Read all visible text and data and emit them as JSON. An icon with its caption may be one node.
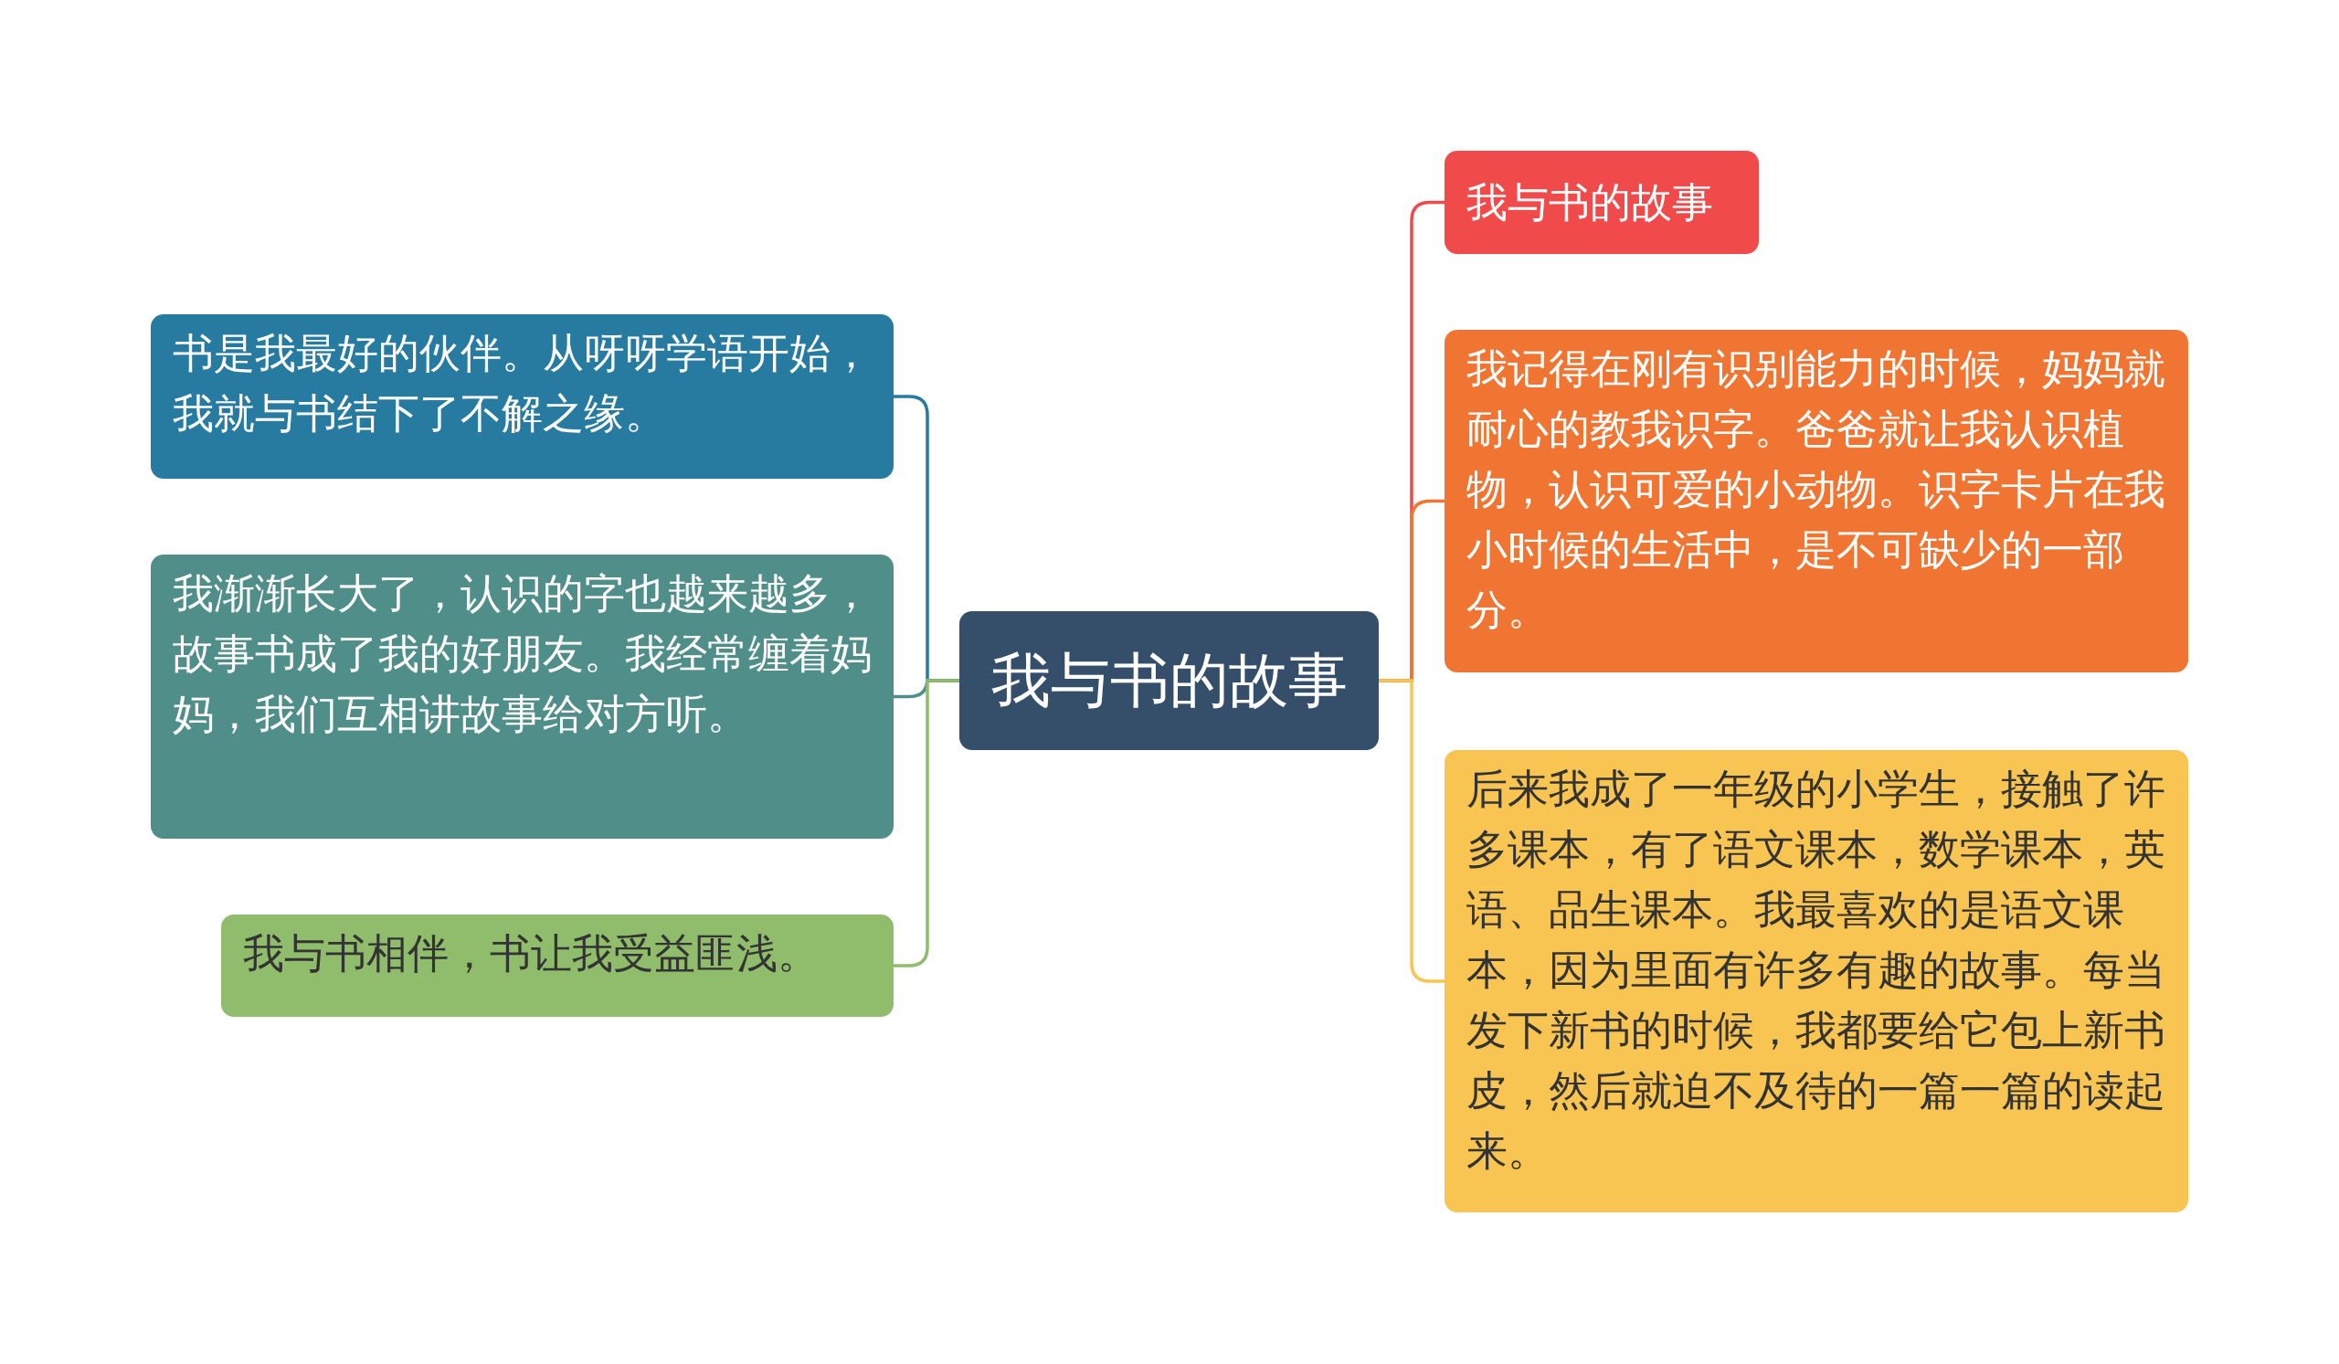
{
  "diagram": {
    "nodes": [
      {
        "text": [
          "我与书的故事"
        ]
      },
      {
        "text": [
          "我与书的故事"
        ]
      },
      {
        "text": [
          "我记得在刚有识别能力的时候，妈妈就耐心的教我识字。爸爸就让我认识植物，认识可爱的小动物。识字卡片在我小时候的生活中，是不可缺少的一部分。"
        ]
      },
      {
        "text": [
          "后来我成了一年级的小学生，接触了许多课本，有了语文课本，数学课本，英语、品生课本。我最喜欢的是语文课本，因为里面有许多有趣的故事。每当发下新书的时候，我都要给它包上新书皮，然后就迫不及待的一篇一篇的读起来。"
        ]
      },
      {
        "text": [
          "书是我最好的伙伴。从呀呀学语开始，我就与书结下了不解之缘。"
        ]
      },
      {
        "text": [
          "我渐渐长大了，认识的字也越来越多，故事书成了我的好朋友。我经常缠着妈妈，我们互相讲故事给对方听。"
        ]
      },
      {
        "text": [
          "我与书相伴，书让我受益匪浅。"
        ]
      }
    ],
    "edges": [
      {
        "from": 0,
        "to": 1,
        "arrow": "none",
        "color": "#f04a4a"
      },
      {
        "from": 0,
        "to": 2,
        "arrow": "none",
        "color": "#f07432"
      },
      {
        "from": 0,
        "to": 3,
        "arrow": "none",
        "color": "#f8c452"
      },
      {
        "from": 0,
        "to": 4,
        "arrow": "none",
        "color": "#277ba1"
      },
      {
        "from": 0,
        "to": 5,
        "arrow": "none",
        "color": "#4f8e89"
      },
      {
        "from": 0,
        "to": 6,
        "arrow": "none",
        "color": "#8fbd6b"
      }
    ]
  }
}
